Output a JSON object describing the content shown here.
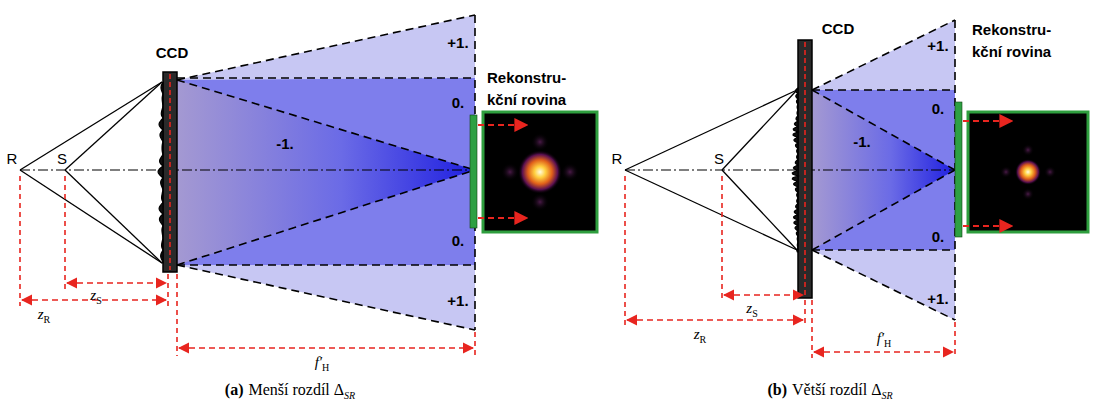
{
  "diagram": {
    "labels": [
      "CCD",
      "+1.",
      "0.",
      "-1.",
      "0.",
      "+1.",
      "Rekonstru- kční rovina",
      "R",
      "S",
      "z",
      "S",
      "z",
      "R",
      "f′",
      "H",
      "(a)",
      "Menší rozdíl Δ",
      "SR",
      "CCD",
      "+1.",
      "0.",
      "-1.",
      "0.",
      "+1.",
      "Rekonstru- kční rovina",
      "R",
      "S",
      "z",
      "S",
      "z",
      "R",
      "f′",
      "H",
      "(b)",
      "Větší rozdíl Δ",
      "SR"
    ]
  }
}
